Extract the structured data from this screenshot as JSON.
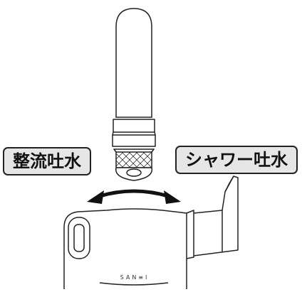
{
  "labels": {
    "left": "整流吐水",
    "right": "シャワー吐水"
  },
  "brand": "SAN≡I",
  "colors": {
    "line": "#222222",
    "label_fill": "#e6e6e6",
    "background": "#ffffff"
  }
}
